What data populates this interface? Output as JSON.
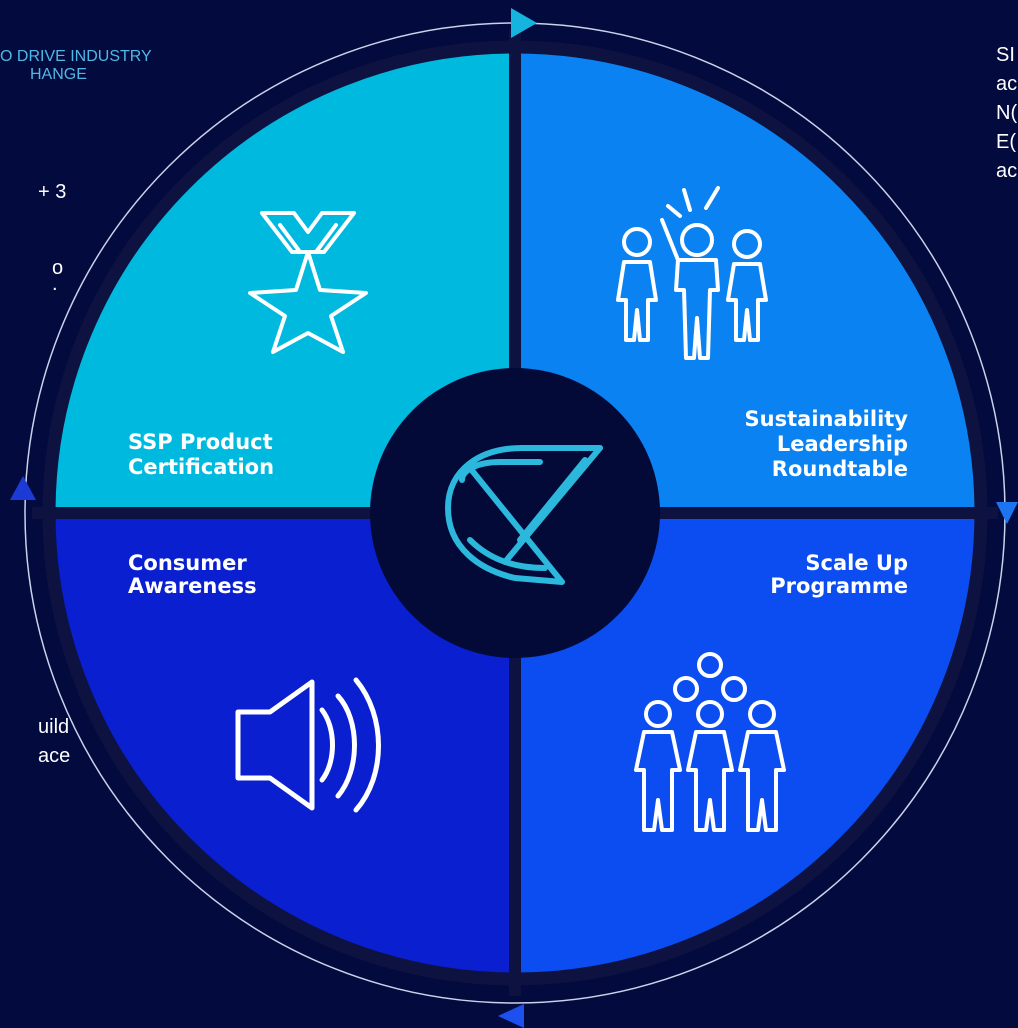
{
  "header": {
    "line1": "O DRIVE INDUSTRY",
    "line2": "HANGE"
  },
  "left_fragments": {
    "line_a": "+ 3",
    "line_b": "o",
    "line_c": ".",
    "line_d": "uild",
    "line_e": "ace"
  },
  "right_fragments": {
    "line1": "SI",
    "line2": "ac",
    "line3": "N(",
    "line4": "E(",
    "line5": "ac"
  },
  "quadrants": {
    "top_left": {
      "label_line1": "SSP Product",
      "label_line2": "Certification",
      "color": "#00b9df",
      "icon": "medal-star-icon"
    },
    "top_right": {
      "label_line1": "Sustainability",
      "label_line2": "Leadership",
      "label_line3": "Roundtable",
      "color": "#0a82f2",
      "icon": "leader-people-icon"
    },
    "bottom_left": {
      "label_line1": "Consumer",
      "label_line2": "Awareness",
      "color": "#0a1fcf",
      "icon": "speaker-icon"
    },
    "bottom_right": {
      "label_line1": "Scale Up",
      "label_line2": "Programme",
      "color": "#0b4df0",
      "icon": "group-people-icon"
    }
  },
  "center": {
    "icon": "logo-icon",
    "color": "#2bb8dc"
  },
  "colors": {
    "background": "#030a3e",
    "divider": "#0d1240",
    "ring": "#c9d3ea",
    "arrow_top": "#14b4df",
    "arrow_right": "#1d74f0",
    "arrow_bottom": "#1d50ee",
    "arrow_left": "#1c3ad6"
  }
}
